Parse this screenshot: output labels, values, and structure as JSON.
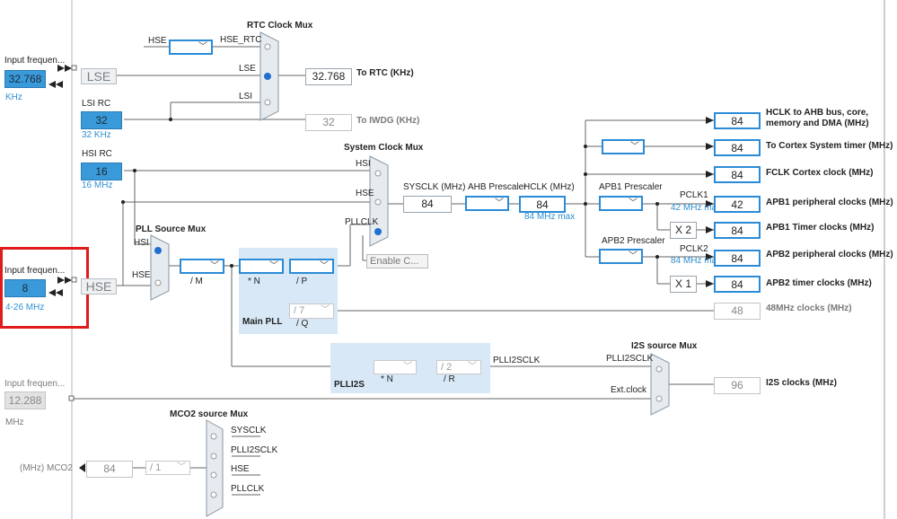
{
  "rtc_mux": {
    "title": "RTC Clock Mux",
    "hse_label": "HSE",
    "hse_rtc_label": "HSE_RTC",
    "lse_label": "LSE",
    "lsi_label": "LSI",
    "out_value": "32.768",
    "out_label": "To RTC (KHz)",
    "iwdg_value": "32",
    "iwdg_label": "To IWDG (KHz)"
  },
  "lse": {
    "input_label": "Input frequen...",
    "value": "32.768",
    "unit": "KHz",
    "osc_label": "LSE"
  },
  "lsi": {
    "label": "LSI RC",
    "value": "32",
    "unit": "32 KHz"
  },
  "hsi": {
    "label": "HSI RC",
    "value": "16",
    "unit": "16 MHz"
  },
  "hse": {
    "input_label": "Input frequen...",
    "value": "8",
    "range": "4-26 MHz",
    "osc_label": "HSE"
  },
  "ext": {
    "input_label": "Input frequen...",
    "value": "12.288",
    "unit": "MHz"
  },
  "pll_src_mux": {
    "title": "PLL Source Mux",
    "hsi": "HSI",
    "hse": "HSE"
  },
  "main_pll": {
    "title": "Main PLL",
    "m_label": "/ M",
    "n_label": "* N",
    "p_label": "/ P",
    "q_value": "/ 7",
    "q_label": "/ Q",
    "usb_value": "48",
    "usb_label": "48MHz clocks (MHz)"
  },
  "sys_mux": {
    "title": "System Clock Mux",
    "hsi": "HSI",
    "hse": "HSE",
    "pllclk": "PLLCLK",
    "enable_css": "Enable C..."
  },
  "sysclk": {
    "label": "SYSCLK (MHz)",
    "value": "84"
  },
  "ahb": {
    "label": "AHB Prescaler",
    "hclk_label": "HCLK (MHz)",
    "hclk_value": "84",
    "hclk_max": "84 MHz max"
  },
  "apb1": {
    "label": "APB1 Prescaler",
    "pclk_label": "PCLK1",
    "pclk_max": "42 MHz max",
    "timer_mult": "X 2"
  },
  "apb2": {
    "label": "APB2 Prescaler",
    "pclk_label": "PCLK2",
    "pclk_max": "84 MHz max",
    "timer_mult": "X 1"
  },
  "outputs": [
    {
      "value": "84",
      "label": "HCLK to AHB bus, core, memory and DMA (MHz)"
    },
    {
      "value": "84",
      "label": "To Cortex System timer (MHz)"
    },
    {
      "value": "84",
      "label": "FCLK Cortex clock (MHz)"
    },
    {
      "value": "42",
      "label": "APB1 peripheral clocks (MHz)"
    },
    {
      "value": "84",
      "label": "APB1 Timer clocks (MHz)"
    },
    {
      "value": "84",
      "label": "APB2 peripheral clocks (MHz)"
    },
    {
      "value": "84",
      "label": "APB2 timer clocks (MHz)"
    }
  ],
  "plli2s": {
    "title": "PLLI2S",
    "n_label": "* N",
    "r_value": "/ 2",
    "r_label": "/ R",
    "out_label": "PLLI2SCLK"
  },
  "i2s_mux": {
    "title": "I2S source Mux",
    "plli2sclk": "PLLI2SCLK",
    "ext": "Ext.clock",
    "value": "96",
    "label": "I2S clocks (MHz)"
  },
  "mco2": {
    "title": "MCO2 source Mux",
    "inputs": [
      "SYSCLK",
      "PLLI2SCLK",
      "HSE",
      "PLLCLK"
    ],
    "div_value": "/ 1",
    "value": "84",
    "label": "(MHz) MCO2"
  }
}
